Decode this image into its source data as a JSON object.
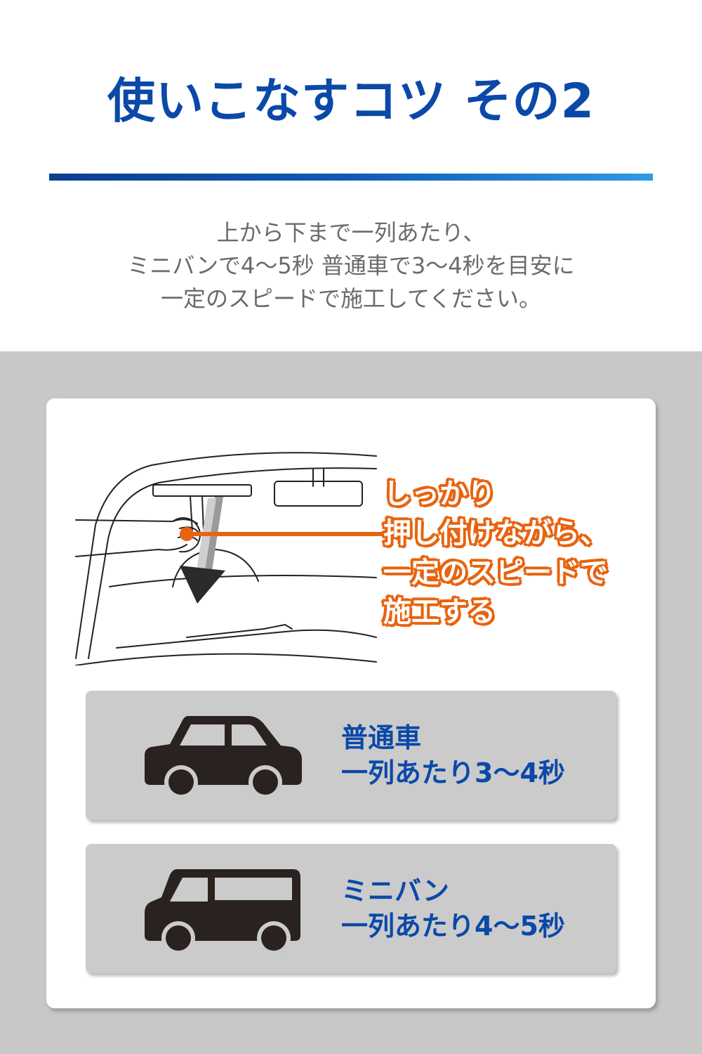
{
  "header": {
    "title": "使いこなすコツ その2"
  },
  "description": {
    "lines": [
      "上から下まで一列あたり、",
      "ミニバンで4〜5秒 普通車で3〜4秒を目安に",
      "一定のスピードで施工してください。"
    ]
  },
  "illustration": {
    "callout_lines": [
      "しっかり",
      "押し付けながら、",
      "一定のスピードで",
      "施工する"
    ],
    "accent_color": "#e8630f"
  },
  "vehicles": [
    {
      "icon": "sedan-car-icon",
      "name": "普通車",
      "time": "一列あたり3〜4秒"
    },
    {
      "icon": "minivan-icon",
      "name": "ミニバン",
      "time": "一列あたり4〜5秒"
    }
  ],
  "colors": {
    "title_blue": "#0a49a8",
    "text_gray": "#6b6b6b",
    "background_gray": "#c8c8c8"
  }
}
